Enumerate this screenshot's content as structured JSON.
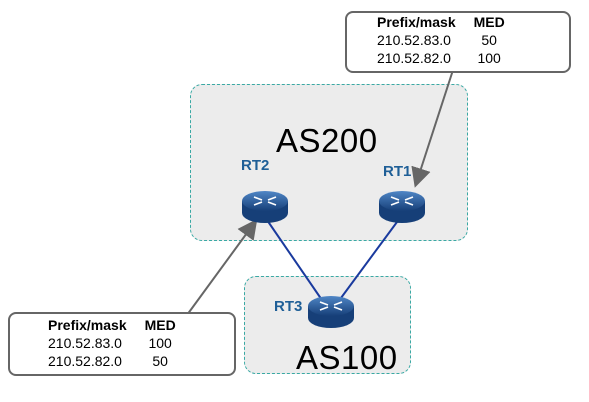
{
  "as200": {
    "label": "AS200"
  },
  "as100": {
    "label": "AS100"
  },
  "routers": {
    "rt1": {
      "label": "RT1",
      "icon": "router-icon"
    },
    "rt2": {
      "label": "RT2",
      "icon": "router-icon"
    },
    "rt3": {
      "label": "RT3",
      "icon": "router-icon"
    }
  },
  "top_table": {
    "headers": [
      "Prefix/mask",
      "MED"
    ],
    "rows": [
      {
        "prefix": "210.52.83.0",
        "med": "50"
      },
      {
        "prefix": "210.52.82.0",
        "med": "100"
      }
    ]
  },
  "bottom_table": {
    "headers": [
      "Prefix/mask",
      "MED"
    ],
    "rows": [
      {
        "prefix": "210.52.83.0",
        "med": "100"
      },
      {
        "prefix": "210.52.82.0",
        "med": "50"
      }
    ]
  },
  "colors": {
    "link": "#1a3a9e",
    "as_border": "#3aa9a4",
    "as_fill": "#ececec",
    "router_label": "#1f5f97",
    "arrow": "#666666"
  }
}
